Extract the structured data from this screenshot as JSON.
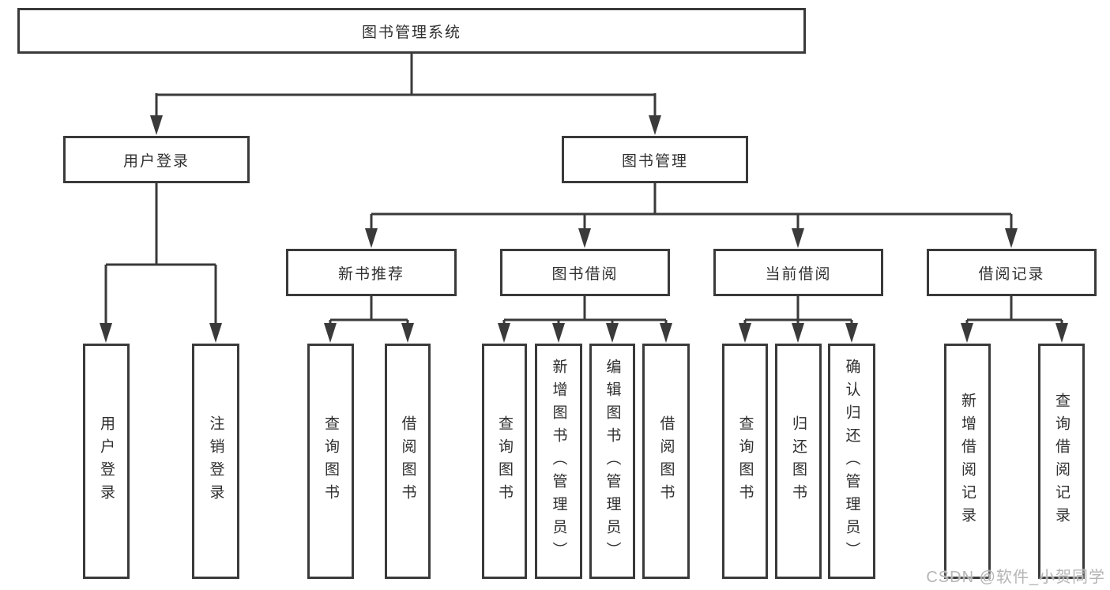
{
  "diagram": {
    "type": "org-tree",
    "colors": {
      "line": "#3a3a3a",
      "border": "#3a3a3a",
      "text": "#2f2f2f",
      "box_bg": "#ffffff",
      "watermark": "#b5b5b5"
    },
    "root": {
      "label": "图书管理系统"
    },
    "level2": [
      {
        "label": "用户登录"
      },
      {
        "label": "图书管理"
      }
    ],
    "level3": [
      {
        "label": "新书推荐"
      },
      {
        "label": "图书借阅"
      },
      {
        "label": "当前借阅"
      },
      {
        "label": "借阅记录"
      }
    ],
    "leaves": {
      "user_login": [
        {
          "label": "用户登录"
        },
        {
          "label": "注销登录"
        }
      ],
      "new_book": [
        {
          "label": "查询图书"
        },
        {
          "label": "借阅图书"
        }
      ],
      "book_borrow": [
        {
          "label": "查询图书"
        },
        {
          "label": "新增图书（管理员）"
        },
        {
          "label": "编辑图书（管理员）"
        },
        {
          "label": "借阅图书"
        }
      ],
      "current_borrow": [
        {
          "label": "查询图书"
        },
        {
          "label": "归还图书"
        },
        {
          "label": "确认归还（管理员）"
        }
      ],
      "borrow_records": [
        {
          "label": "新增借阅记录"
        },
        {
          "label": "查询借阅记录"
        }
      ]
    },
    "watermark": "CSDN @软件_小贺同学"
  }
}
